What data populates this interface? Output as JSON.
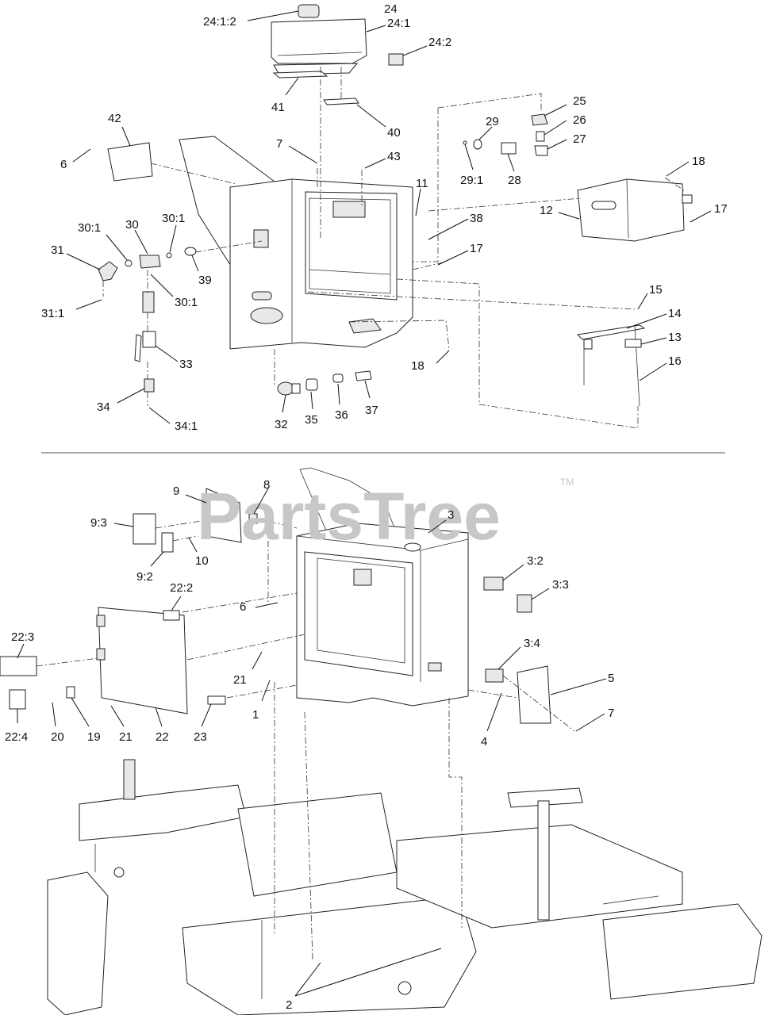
{
  "watermark": {
    "text": "PartsTree",
    "trademark": "TM"
  },
  "callouts": {
    "c24_1_2": "24:1:2",
    "c24": "24",
    "c24_1": "24:1",
    "c24_2": "24:2",
    "c41": "41",
    "c40": "40",
    "c42": "42",
    "c6a": "6",
    "c7a": "7",
    "c43": "43",
    "c25": "25",
    "c26": "26",
    "c27": "27",
    "c29": "29",
    "c29_1": "29:1",
    "c28": "28",
    "c18a": "18",
    "c11": "11",
    "c38": "38",
    "c12": "12",
    "c17a": "17",
    "c17b": "17",
    "c30_1a": "30:1",
    "c30": "30",
    "c30_1b": "30:1",
    "c31": "31",
    "c39": "39",
    "c30_1c": "30:1",
    "c31_1": "31:1",
    "c15": "15",
    "c14": "14",
    "c13": "13",
    "c33": "33",
    "c18b": "18",
    "c16": "16",
    "c34": "34",
    "c34_1": "34:1",
    "c32": "32",
    "c35": "35",
    "c36": "36",
    "c37": "37",
    "c8": "8",
    "c9": "9",
    "c3": "3",
    "c9_3": "9:3",
    "c10": "10",
    "c9_2": "9:2",
    "c22_2": "22:2",
    "c3_2": "3:2",
    "c3_3": "3:3",
    "c6b": "6",
    "c22_3": "22:3",
    "c21a": "21",
    "c3_4": "3:4",
    "c5": "5",
    "c1": "1",
    "c7b": "7",
    "c4": "4",
    "c22_4": "22:4",
    "c20": "20",
    "c19": "19",
    "c21b": "21",
    "c22": "22",
    "c23": "23",
    "c2": "2"
  },
  "colors": {
    "line": "#222222",
    "watermark": "#c7c7c7",
    "background": "#ffffff"
  }
}
